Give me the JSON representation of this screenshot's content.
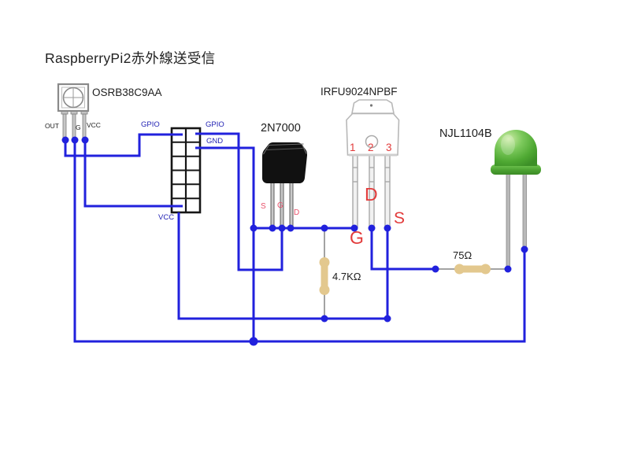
{
  "diagram_title": "RaspberryPi2赤外線送受信",
  "components": {
    "ir_receiver": {
      "part": "OSRB38C9AA",
      "pin_out": "OUT",
      "pin_gnd": "G",
      "pin_vcc": "VCC"
    },
    "gpio_header": {
      "gpio_left": "GPIO",
      "gpio_right": "GPIO",
      "gnd": "GND",
      "vcc": "VCC"
    },
    "nmos": {
      "part": "2N7000",
      "pin_s": "S",
      "pin_g": "G",
      "pin_d": "D"
    },
    "pmos": {
      "part": "IRFU9024NPBF",
      "pin1": "1",
      "pin2": "2",
      "pin3": "3",
      "pin_d": "D",
      "pin_g": "G",
      "pin_s": "S"
    },
    "led": {
      "part": "NJL1104B"
    },
    "resistor_gate": {
      "value": "4.7KΩ"
    },
    "resistor_led": {
      "value": "75Ω"
    }
  },
  "colors": {
    "wire_blue": "#2121dd",
    "net_label_blue": "#2323b4",
    "mosfet_label_red": "#e23b3b",
    "nmos_pin_pink": "#e8506a",
    "resistor_body_tan": "#e3c88e",
    "led_green": "#5ab53c",
    "background": "#ffffff"
  }
}
